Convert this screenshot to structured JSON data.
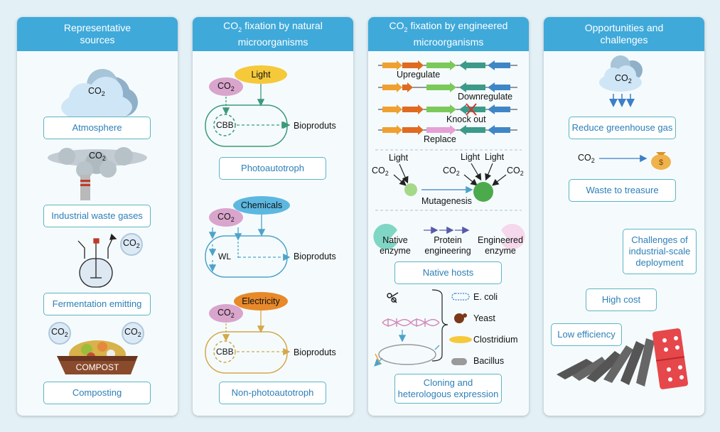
{
  "panels": [
    {
      "title_a": "Representative",
      "title_b": "sources"
    },
    {
      "title_a": "CO",
      "title_sub": "2",
      "title_b": " fixation by natural",
      "title_c": "microorganisms"
    },
    {
      "title_a": "CO",
      "title_sub": "2",
      "title_b": " fixation by engineered",
      "title_c": "microorganisms"
    },
    {
      "title_a": "Opportunities and",
      "title_b": "challenges"
    }
  ],
  "sources": {
    "co2": "CO",
    "sub2": "2",
    "atmosphere": "Atmosphere",
    "industrial": "Industrial waste gases",
    "fermentation": "Fermentation emitting",
    "compost_label": "COMPOST",
    "composting": "Composting"
  },
  "natural": {
    "light": "Light",
    "chemicals": "Chemicals",
    "electricity": "Electricity",
    "cbb": "CBB",
    "wl": "WL",
    "bioproducts": "Bioproduts",
    "photoautotroph": "Photoautotroph",
    "non_photoautotroph": "Non-photoautotroph"
  },
  "engineered": {
    "upregulate": "Upregulate",
    "downregulate": "Downregulate",
    "knockout": "Knock out",
    "replace": "Replace",
    "light": "Light",
    "mutagenesis": "Mutagenesis",
    "native_enzyme_a": "Native",
    "native_enzyme_b": "enzyme",
    "protein_eng_a": "Protein",
    "protein_eng_b": "engineering",
    "engineered_enzyme_a": "Engineered",
    "engineered_enzyme_b": "enzyme",
    "native_hosts": "Native hosts",
    "ecoli": "E. coli",
    "yeast": "Yeast",
    "clostridium": "Clostridium",
    "bacillus": "Bacillus",
    "cloning_a": "Cloning and",
    "cloning_b": "heterologous expression"
  },
  "opportunities": {
    "reduce": "Reduce greenhouse gas",
    "waste": "Waste to treasure",
    "challenges_a": "Challenges of",
    "challenges_b": "industrial-scale",
    "challenges_c": "deployment",
    "high_cost": "High cost",
    "low_eff": "Low efficiency",
    "money": "$"
  },
  "colors": {
    "header": "#3fa9da",
    "box_border": "#5bb5c4",
    "box_text": "#2c7fb8",
    "light_bubble": "#f6c93b",
    "co2_bubble": "#d9a5cc",
    "chemicals_bubble": "#5cb8e0",
    "electricity_bubble": "#e8892a",
    "gene_orange": "#f0a030",
    "gene_green": "#7bc95a",
    "gene_teal": "#3c9a8a",
    "gene_blue": "#3f86c6",
    "gene_pink": "#e6a0d5"
  }
}
